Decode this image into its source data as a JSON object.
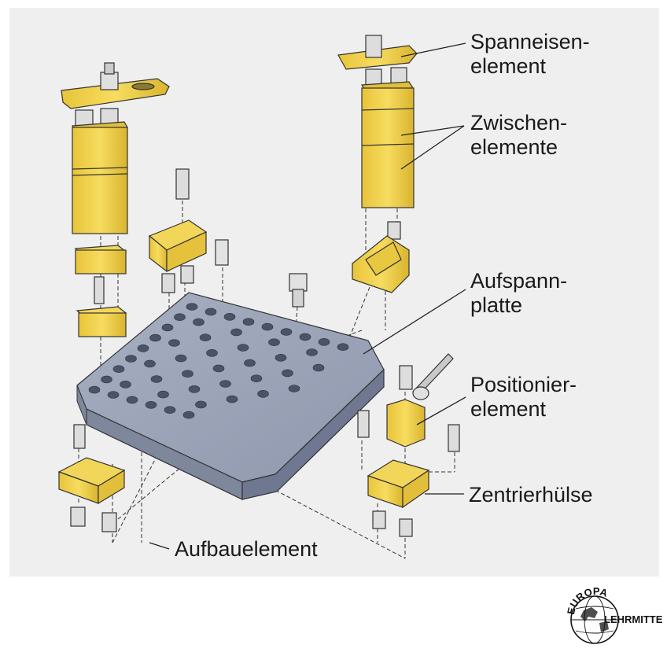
{
  "labels": {
    "spanneisen": "Spanneisen-\nelement",
    "zwischen": "Zwischen-\nelemente",
    "aufspann": "Aufspann-\nplatte",
    "positionier": "Positionier-\nelement",
    "zentrier": "Zentrierhülse",
    "aufbau": "Aufbauelement"
  },
  "logo": {
    "top": "EUROPA",
    "bottom": "LEHRMITTEL",
    "icon": "globe-icon"
  },
  "colors": {
    "panel": "#efefef",
    "part_yellow": "#f3d24a",
    "plate": "#9aa3b8",
    "hole": "#4a5466",
    "text": "#1a1a1a"
  }
}
